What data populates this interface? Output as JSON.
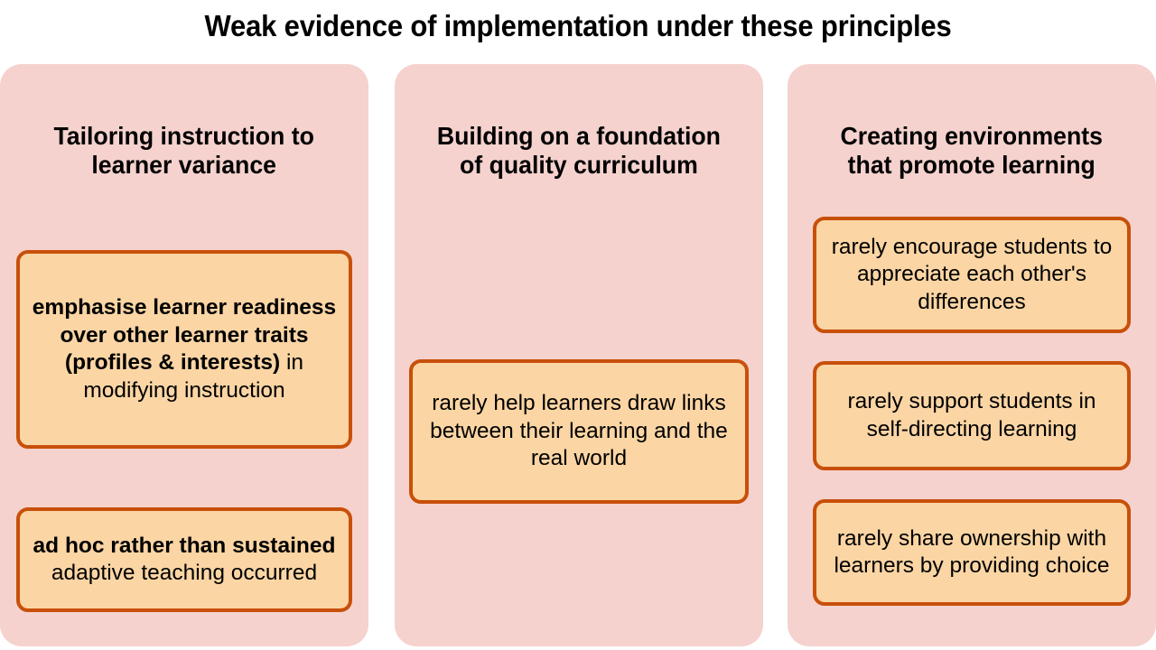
{
  "title": "Weak evidence of implementation under these principles",
  "theme": {
    "background": "#ffffff",
    "panel_fill": "#f5d2ce",
    "callout_fill": "#fbd5a4",
    "callout_border": "#c8500a",
    "text": "#000000"
  },
  "columns": [
    {
      "heading": "Tailoring instruction to\nlearner variance",
      "callouts": [
        {
          "bold": "emphasise learner readiness over other learner traits (profiles & interests)",
          "regular": " in modifying instruction",
          "full_text": "emphasise learner readiness over other learner traits (profiles & interests) in modifying instruction"
        },
        {
          "bold": "ad hoc rather than sustained",
          "regular": " adaptive teaching occurred",
          "full_text": "ad hoc rather than sustained adaptive teaching occurred"
        }
      ]
    },
    {
      "heading": "Building on a foundation\nof quality curriculum",
      "callouts": [
        {
          "bold": "",
          "regular": "rarely help learners draw links between their learning and the real world",
          "full_text": "rarely help learners draw links between their learning and the real world"
        }
      ]
    },
    {
      "heading": "Creating environments\nthat promote learning",
      "callouts": [
        {
          "bold": "",
          "regular": "rarely encourage students to appreciate each other's differences",
          "full_text": "rarely encourage students to appreciate each other's differences"
        },
        {
          "bold": "",
          "regular": "rarely support students in self-directing learning",
          "full_text": "rarely support students in self-directing learning"
        },
        {
          "bold": "",
          "regular": "rarely share ownership with learners by providing choice",
          "full_text": "rarely share ownership with learners by providing choice"
        }
      ]
    }
  ]
}
